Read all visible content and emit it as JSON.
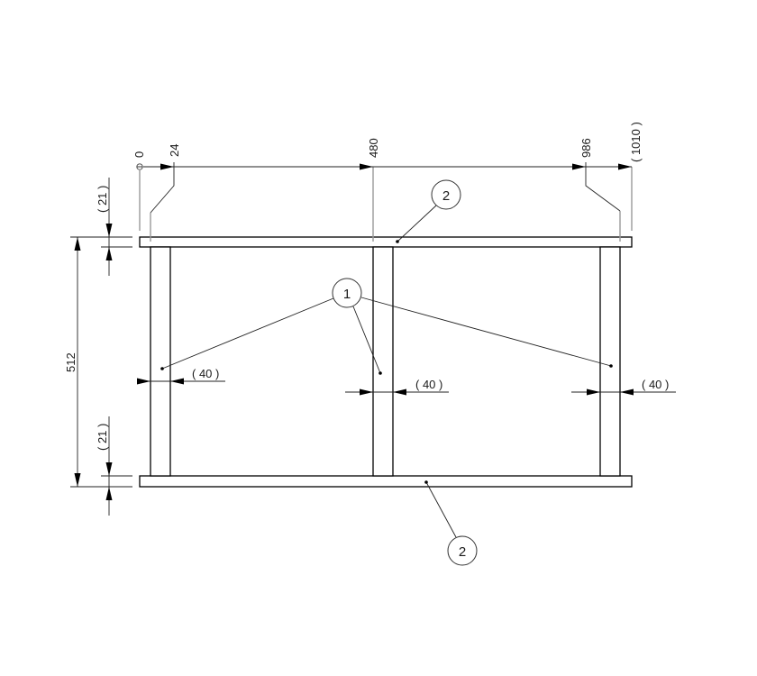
{
  "drawing": {
    "type": "frame-elevation",
    "units": "mm",
    "horizontal_ordinates": [
      {
        "label": "0",
        "value": 0
      },
      {
        "label": "24",
        "value": 24
      },
      {
        "label": "480",
        "value": 480
      },
      {
        "label": "986",
        "value": 986
      },
      {
        "label": "( 1010 )",
        "value": 1010,
        "reference": true
      }
    ],
    "vertical_dimensions": {
      "overall": {
        "label": "512",
        "value": 512
      },
      "top_plate": {
        "label": "( 21 )",
        "value": 21,
        "reference": true
      },
      "bottom_plate": {
        "label": "( 21 )",
        "value": 21,
        "reference": true
      }
    },
    "post_widths": [
      {
        "label": "( 40 )",
        "value": 40,
        "reference": true
      },
      {
        "label": "( 40 )",
        "value": 40,
        "reference": true
      },
      {
        "label": "( 40 )",
        "value": 40,
        "reference": true
      }
    ],
    "callouts": [
      {
        "id": "1",
        "label": "1",
        "refers_to": "vertical posts (3)"
      },
      {
        "id": "2",
        "label": "2",
        "refers_to": "top plate"
      },
      {
        "id": "2b",
        "label": "2",
        "refers_to": "bottom plate"
      }
    ],
    "colors": {
      "line": "#000000",
      "extension_line": "#9a9a9a",
      "background": "#ffffff"
    }
  }
}
